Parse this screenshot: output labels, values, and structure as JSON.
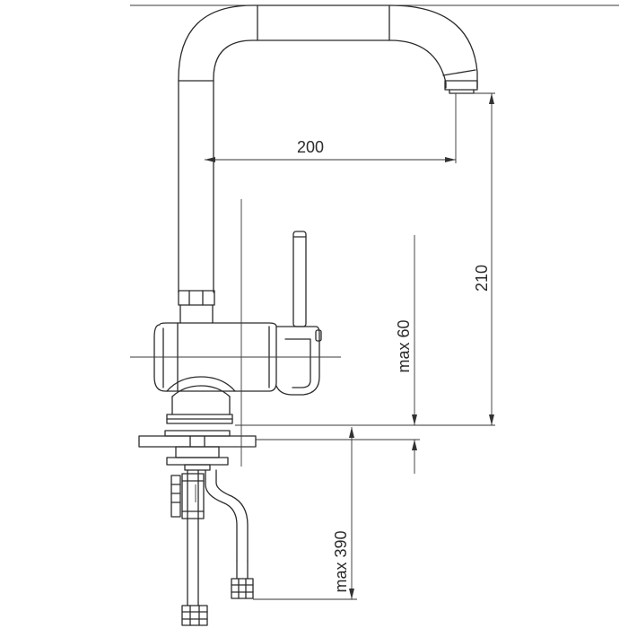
{
  "dimensions": {
    "spout_reach": "200",
    "spout_height": "210",
    "max_deck_thickness": "max 60",
    "max_connection_length": "max 390"
  },
  "colors": {
    "line": "#2b2b2b",
    "background": "#ffffff"
  }
}
